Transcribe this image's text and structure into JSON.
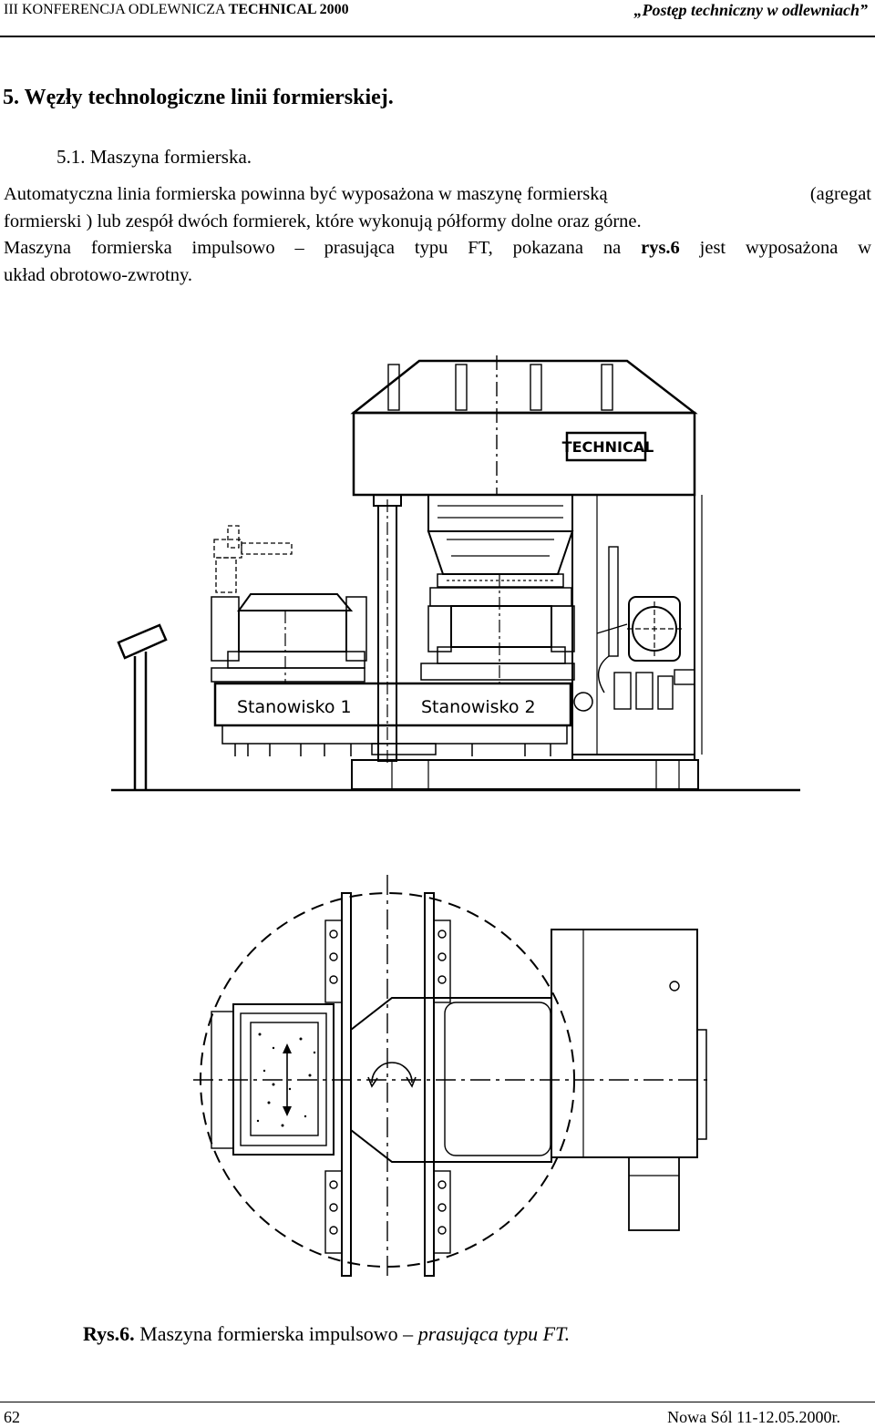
{
  "header": {
    "left_prefix": "III KONFERENCJA ODLEWNICZA ",
    "left_bold": "TECHNICAL 2000",
    "right": "„Postęp techniczny w odlewniach”"
  },
  "section": {
    "title": "5. Węzły technologiczne linii formierskiej.",
    "subtitle": "5.1.  Maszyna formierska."
  },
  "body": {
    "line1": "Automatyczna linia formierska powinna być wyposażona w maszynę formierską",
    "line1_tail": "(agregat",
    "line2": "formierski ) lub zespół dwóch formierek, które wykonują  półformy dolne oraz  górne.",
    "line3_pre": "Maszyna formierska impulsowo – prasująca typu FT, pokazana na ",
    "line3_ref": "rys.6",
    "line3_post": " jest wyposażona w",
    "line4": "układ obrotowo-zwrotny."
  },
  "figure": {
    "logo": "TECHNICAL",
    "station1": "Stanowisko 1",
    "station2": "Stanowisko 2"
  },
  "caption": {
    "label": "Rys.6.",
    "text": " Maszyna formierska impulsowo – ",
    "italic": "prasująca typu FT."
  },
  "footer": {
    "page": "62",
    "place_date": "Nowa Sól 11-12.05.2000r."
  }
}
